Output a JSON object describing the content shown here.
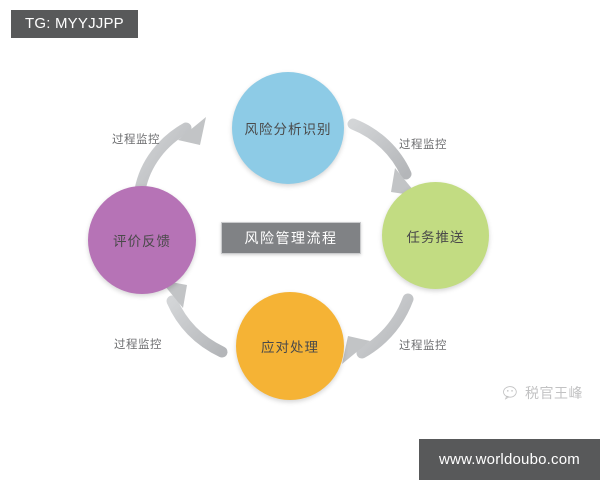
{
  "badge": {
    "label": "TG: MYYJJPP"
  },
  "diagram": {
    "center": {
      "label": "风险管理流程",
      "bar_color": "#808285",
      "text_color": "#ffffff"
    },
    "nodes": [
      {
        "id": "risk-analysis",
        "label": "风险分析识别",
        "color": "#8dcbe6",
        "position": "top"
      },
      {
        "id": "task-push",
        "label": "任务推送",
        "color": "#c2dc82",
        "position": "right"
      },
      {
        "id": "response-handling",
        "label": "应对处理",
        "color": "#f5b335",
        "position": "bottom"
      },
      {
        "id": "evaluation-feedback",
        "label": "评价反馈",
        "color": "#b673b6",
        "position": "left"
      }
    ],
    "edges": [
      {
        "id": "edge-top-right",
        "label": "过程监控",
        "from": "risk-analysis",
        "to": "task-push"
      },
      {
        "id": "edge-bottom-right",
        "label": "过程监控",
        "from": "task-push",
        "to": "response-handling"
      },
      {
        "id": "edge-bottom-left",
        "label": "过程监控",
        "from": "response-handling",
        "to": "evaluation-feedback"
      },
      {
        "id": "edge-top-left",
        "label": "过程监控",
        "from": "evaluation-feedback",
        "to": "risk-analysis"
      }
    ],
    "arrow_color": "#bcbec0"
  },
  "watermark": {
    "icon": "wechat-icon",
    "text": "税官王峰"
  },
  "footer": {
    "url": "www.worldoubo.com",
    "bar_color": "#58595a"
  }
}
